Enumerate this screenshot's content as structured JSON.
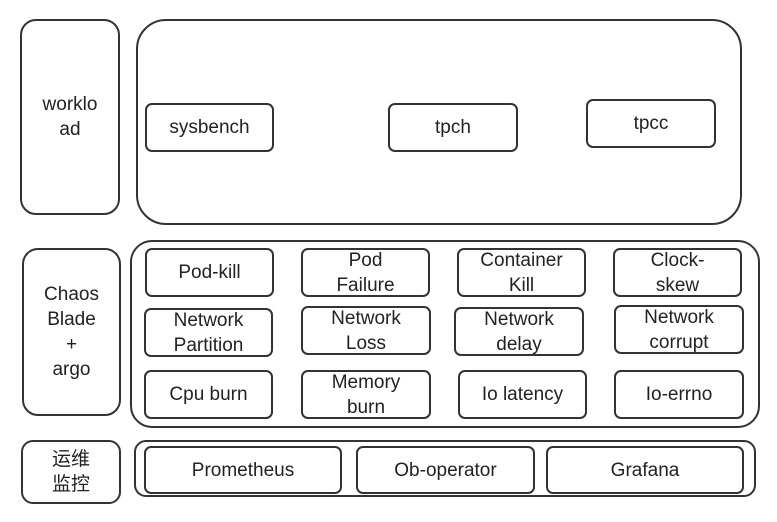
{
  "layers": {
    "workload": {
      "label": "worklo\nad",
      "items": [
        "sysbench",
        "tpch",
        "tpcc"
      ]
    },
    "chaos": {
      "label": "Chaos\nBlade\n+\nargo",
      "items": [
        "Pod-kill",
        "Pod\nFailure",
        "Container\nKill",
        "Clock-\nskew",
        "Network\nPartition",
        "Network\nLoss",
        "Network\ndelay",
        "Network\ncorrupt",
        "Cpu burn",
        "Memory\nburn",
        "Io latency",
        "Io-errno"
      ]
    },
    "monitoring": {
      "label": "运维\n监控",
      "items": [
        "Prometheus",
        "Ob-operator",
        "Grafana"
      ]
    }
  }
}
